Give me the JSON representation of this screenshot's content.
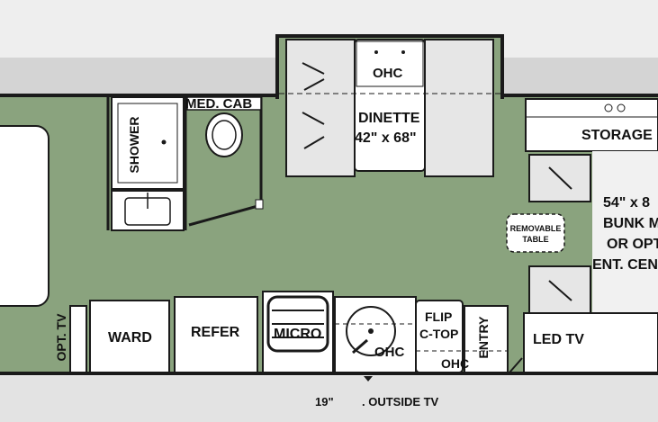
{
  "labels": {
    "med_cab": "MED. CAB",
    "shower": "SHOWER",
    "ohc_dinette": "OHC",
    "dinette": "DINETTE",
    "dinette_size": "42\" x 68\"",
    "storage": "STORAGE",
    "bunk_size": "54\" x 8",
    "bunk": "BUNK M",
    "or_opt": "OR OPT",
    "ent_center": "ENT. CEN",
    "removable_table_1": "REMOVABLE",
    "removable_table_2": "TABLE",
    "opt_tv": "OPT. TV",
    "ward": "WARD",
    "refer": "REFER",
    "micro": "MICRO",
    "ohc_kitchen": "OHC",
    "flip_1": "FLIP",
    "flip_2": "C-TOP",
    "ohc_entry": "OHC",
    "entry": "ENTRY",
    "led_tv": "LED TV",
    "outside_tv_size": "19\"",
    "outside_tv": ". OUTSIDE TV"
  },
  "colors": {
    "floor": "#8aa37e",
    "wall": "#1a1a1a",
    "fixture": "#ffffff",
    "cushion": "#e6e6e6",
    "background": "#f1f1f1",
    "slide_area": "#cfcfcf"
  }
}
